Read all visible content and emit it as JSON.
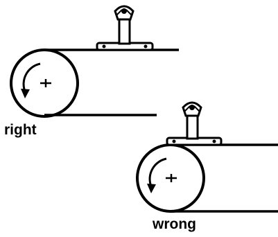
{
  "figures": [
    {
      "id": "right",
      "caption": "right"
    },
    {
      "id": "wrong",
      "caption": "wrong"
    }
  ],
  "colors": {
    "ink": "#000000",
    "background": "#ffffff"
  }
}
